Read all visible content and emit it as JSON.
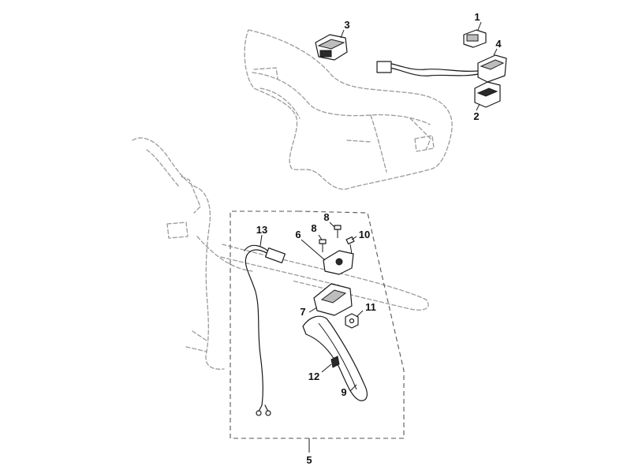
{
  "diagram": {
    "callouts": {
      "c1": "1",
      "c2": "2",
      "c3": "3",
      "c4": "4",
      "c5": "5",
      "c6": "6",
      "c7": "7",
      "c8a": "8",
      "c8b": "8",
      "c9": "9",
      "c10": "10",
      "c11": "11",
      "c12": "12",
      "c13": "13"
    },
    "colors": {
      "ink": "#1a1a1a",
      "ghost_outline": "#9a9a9a",
      "background": "#ffffff"
    }
  }
}
